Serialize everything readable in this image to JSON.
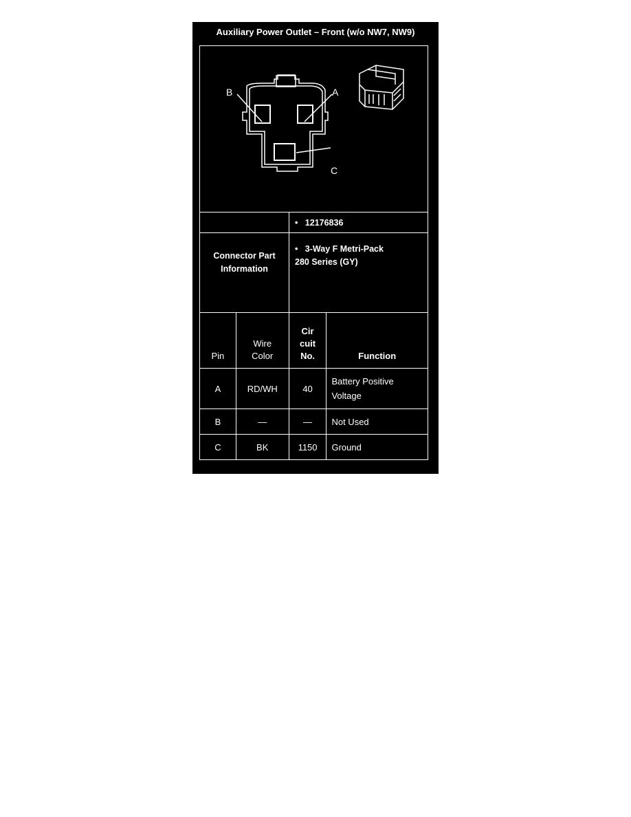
{
  "title": "Auxiliary Power Outlet – Front (w/o NW7, NW9)",
  "diagram": {
    "callouts": [
      "B",
      "A",
      "C"
    ]
  },
  "connector_info": {
    "label_line1": "Connector Part",
    "label_line2": "Information",
    "part_number": "12176836",
    "description_line1": "3-Way F Metri-Pack",
    "description_line2": "280 Series (GY)"
  },
  "table": {
    "headers": {
      "pin": "Pin",
      "wire_color_1": "Wire",
      "wire_color_2": "Color",
      "circuit_1": "Cir",
      "circuit_2": "cuit",
      "circuit_3": "No.",
      "function": "Function"
    },
    "rows": [
      {
        "pin": "A",
        "wire_color": "RD/WH",
        "circuit": "40",
        "function_1": "Battery Positive",
        "function_2": "Voltage"
      },
      {
        "pin": "B",
        "wire_color": "—",
        "circuit": "—",
        "function_1": "Not Used",
        "function_2": ""
      },
      {
        "pin": "C",
        "wire_color": "BK",
        "circuit": "1150",
        "function_1": "Ground",
        "function_2": ""
      }
    ]
  }
}
